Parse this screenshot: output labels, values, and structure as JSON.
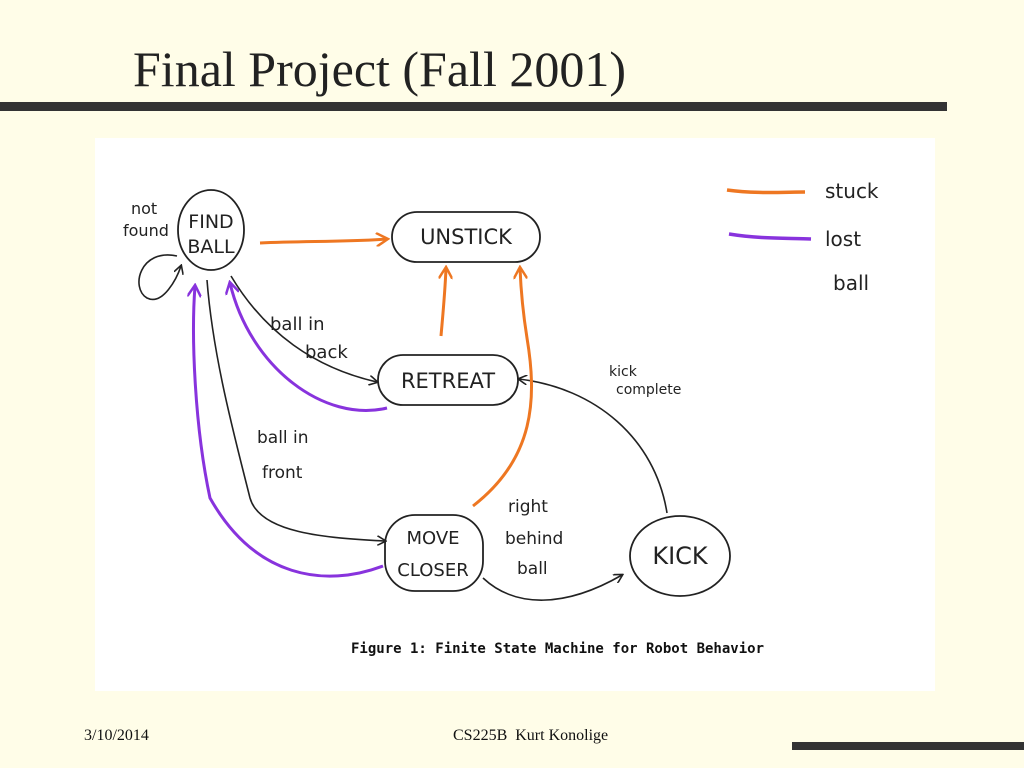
{
  "slide": {
    "title": "Final Project (Fall 2001)",
    "footer_date": "3/10/2014",
    "footer_course": "CS225B  Kurt Konolige"
  },
  "colors": {
    "stuck": "#ee7722",
    "lost_ball": "#8833dd",
    "ink": "#222222",
    "background": "#fffde8"
  },
  "diagram": {
    "states": {
      "find_ball_line1": "FIND",
      "find_ball_line2": "BALL",
      "unstick": "UNSTICK",
      "retreat": "RETREAT",
      "move_closer_line1": "MOVE",
      "move_closer_line2": "CLOSER",
      "kick": "KICK"
    },
    "labels": {
      "not_found_line1": "not",
      "not_found_line2": "found",
      "ball_in_back_line1": "ball in",
      "ball_in_back_line2": "back",
      "ball_in_front_line1": "ball in",
      "ball_in_front_line2": "front",
      "right_behind_ball_line1": "right",
      "right_behind_ball_line2": "behind",
      "right_behind_ball_line3": "ball",
      "kick_complete_line1": "kick",
      "kick_complete_line2": "complete"
    },
    "legend": {
      "stuck": "stuck",
      "lost_ball_line1": "lost",
      "lost_ball_line2": "ball"
    },
    "caption": "Figure 1: Finite State Machine for Robot Behavior"
  }
}
